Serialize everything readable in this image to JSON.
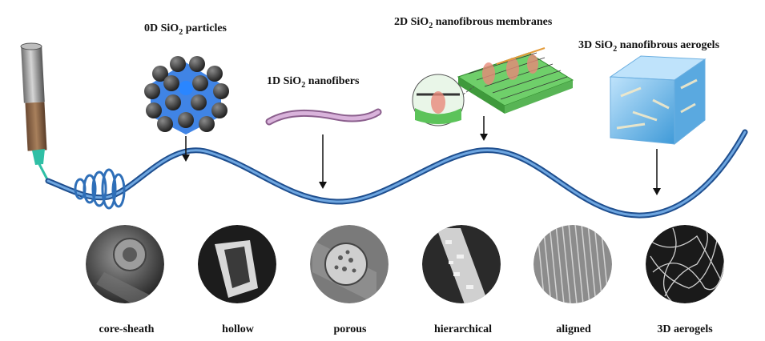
{
  "stages": {
    "zero_d": {
      "prefix": "0D SiO",
      "sub": "2",
      "suffix": " particles"
    },
    "one_d": {
      "prefix": "1D SiO",
      "sub": "2",
      "suffix": " nanofibers"
    },
    "two_d": {
      "prefix": "2D SiO",
      "sub": "2",
      "suffix": " nanofibrous membranes"
    },
    "three_d": {
      "prefix": "3D SiO",
      "sub": "2",
      "suffix": " nanofibrous aerogels"
    }
  },
  "morphologies": [
    {
      "label": "core-sheath"
    },
    {
      "label": "hollow"
    },
    {
      "label": "porous"
    },
    {
      "label": "hierarchical"
    },
    {
      "label": "aligned"
    },
    {
      "label": "3D aerogels"
    }
  ],
  "colors": {
    "fiber": "#3f7fc4",
    "fiber_dark": "#1f4f8f",
    "particle_dark": "#4a4a4a",
    "particle_blue": "#1e6fe0",
    "nanofiber": "#c79ac9",
    "membrane": "#6fcf6a",
    "aerogel": "#7fc3ef",
    "nozzle": "#8a8a8a",
    "needle": "#2fbfa5"
  }
}
